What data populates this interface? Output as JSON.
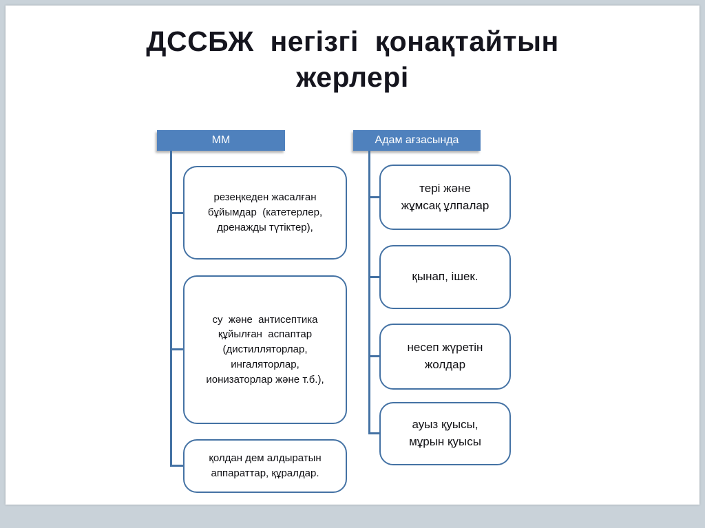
{
  "slide": {
    "title": "ДССБЖ  негізгі  қонақтайтын\nжерлері"
  },
  "columns": {
    "left": {
      "header": "ММ",
      "boxes": [
        "резеңкеден жасалған\nбұйымдар  (катетерлер,\nдренажды түтіктер),",
        "су  және  антисептика\nқұйылған  аспаптар\n(дистилляторлар,\nингаляторлар,\nионизаторлар және т.б.),",
        "қолдан дем алдыратын\nаппараттар, құралдар."
      ]
    },
    "right": {
      "header": "Адам ағзасында",
      "boxes": [
        "тері және\nжұмсақ ұлпалар",
        "қынап, ішек.",
        "несеп жүретін\nжолдар",
        "ауыз қуысы,\nмұрын қуысы"
      ]
    }
  },
  "colors": {
    "header_fill": "#4f81bd",
    "node_border": "#4472a4",
    "frame_background": "#c9d2d9",
    "slide_background": "#ffffff",
    "title_text": "#15151e"
  }
}
